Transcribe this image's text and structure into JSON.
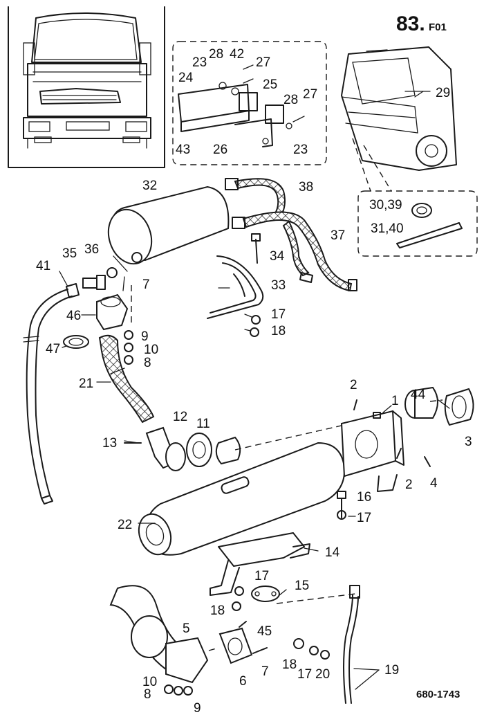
{
  "header": {
    "page_number": "83.",
    "page_suffix": "F01"
  },
  "footer": {
    "drawing_ref": "680-1743"
  },
  "callouts": [
    "1",
    "2",
    "2",
    "3",
    "4",
    "5",
    "6",
    "7",
    "7",
    "8",
    "8",
    "9",
    "9",
    "10",
    "10",
    "11",
    "12",
    "13",
    "14",
    "15",
    "16",
    "17",
    "17",
    "17",
    "17",
    "18",
    "18",
    "18",
    "19",
    "20",
    "21",
    "22",
    "23",
    "23",
    "24",
    "25",
    "26",
    "27",
    "27",
    "28",
    "28",
    "29",
    "30,39",
    "31,40",
    "32",
    "33",
    "34",
    "35",
    "36",
    "37",
    "38",
    "41",
    "42",
    "43",
    "44",
    "45",
    "46",
    "47"
  ]
}
